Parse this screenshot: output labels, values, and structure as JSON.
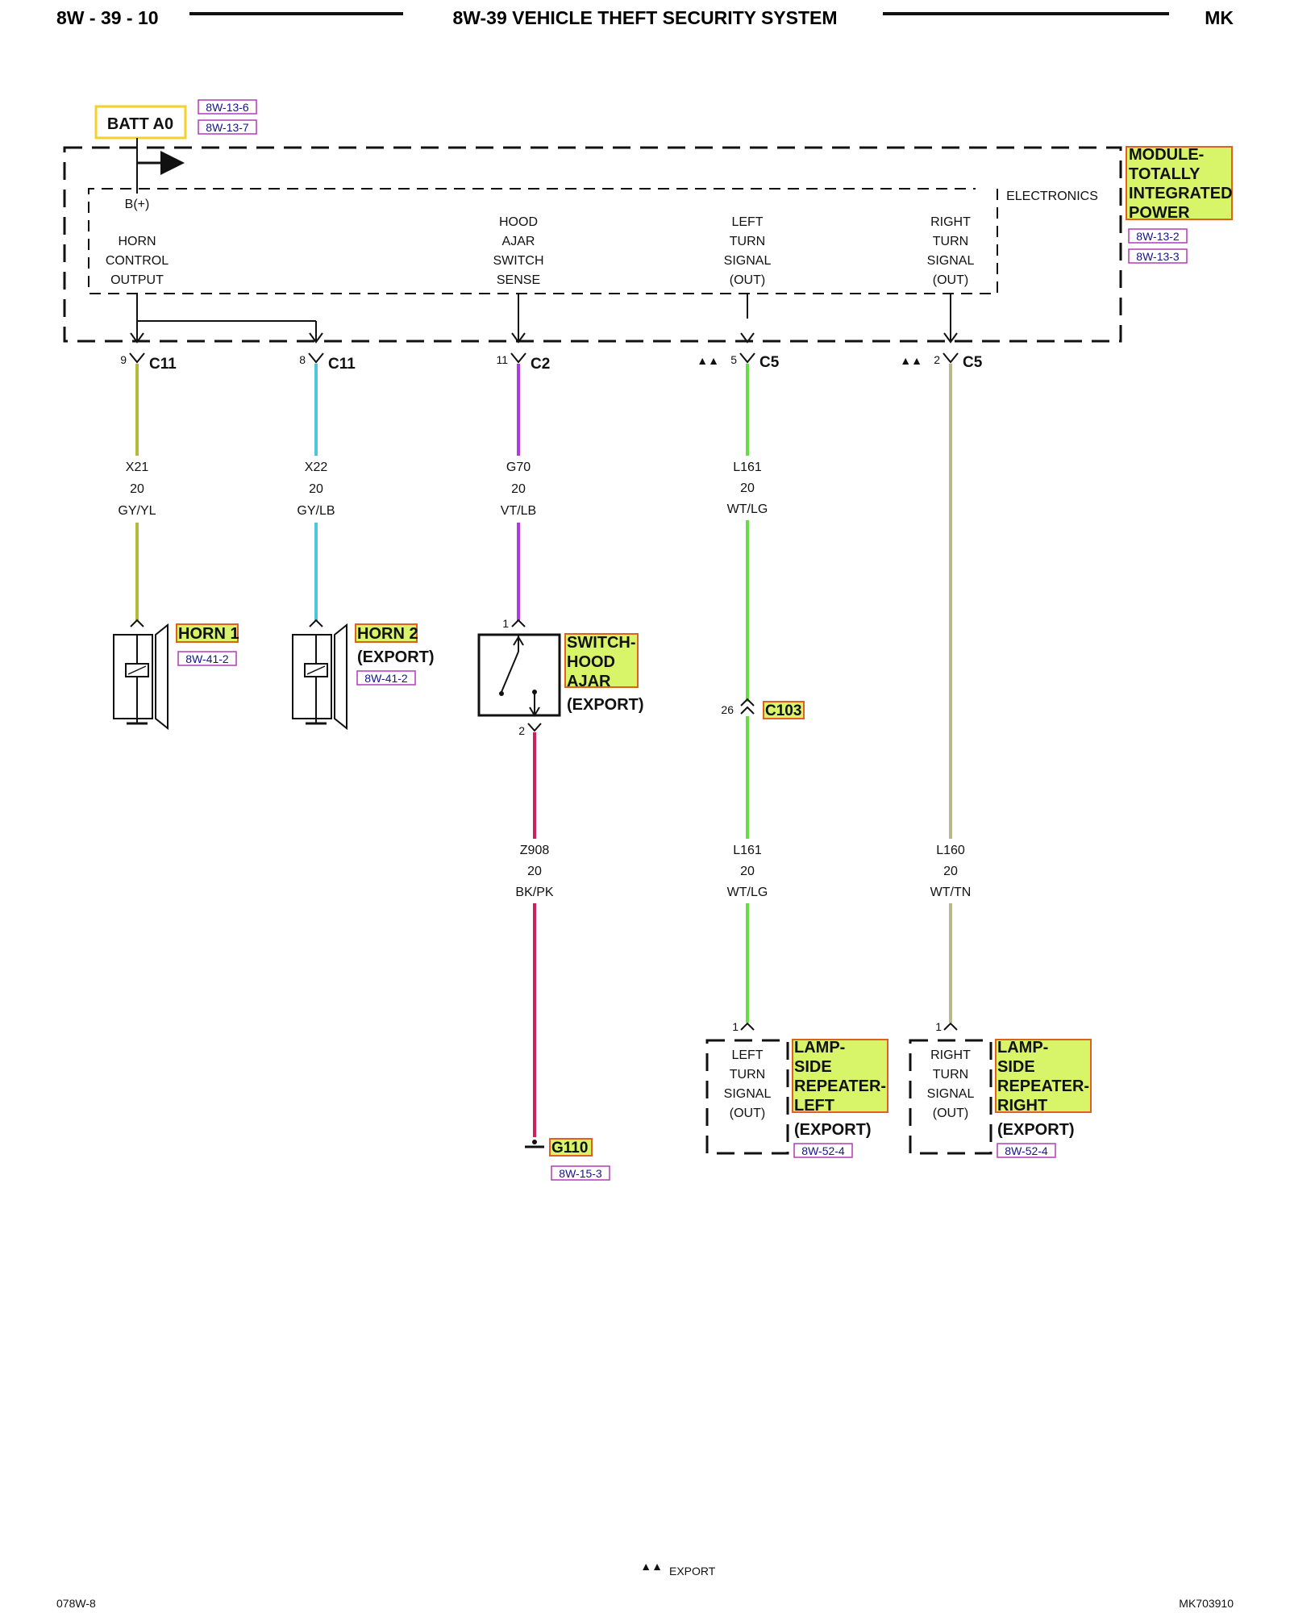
{
  "header": {
    "page_code": "8W - 39 - 10",
    "title": "8W-39 VEHICLE THEFT SECURITY SYSTEM",
    "model": "MK"
  },
  "batt": {
    "label": "BATT A0",
    "refs": [
      "8W-13-6",
      "8W-13-7"
    ]
  },
  "module": {
    "name_lines": [
      "MODULE-",
      "TOTALLY",
      "INTEGRATED",
      "POWER"
    ],
    "refs": [
      "8W-13-2",
      "8W-13-3"
    ],
    "section_label": "ELECTRONICS",
    "bplus": "B(+)",
    "pins": {
      "horn": [
        "HORN",
        "CONTROL",
        "OUTPUT"
      ],
      "hood": [
        "HOOD",
        "AJAR",
        "SWITCH",
        "SENSE"
      ],
      "left_turn": [
        "LEFT",
        "TURN",
        "SIGNAL",
        "(OUT)"
      ],
      "right_turn": [
        "RIGHT",
        "TURN",
        "SIGNAL",
        "(OUT)"
      ]
    }
  },
  "connectors": {
    "c1": {
      "pin": "9",
      "name": "C11"
    },
    "c2": {
      "pin": "8",
      "name": "C11"
    },
    "c3": {
      "pin": "11",
      "name": "C2"
    },
    "c4": {
      "pin": "5",
      "name": "C5",
      "mark": "▲▲"
    },
    "c5": {
      "pin": "2",
      "name": "C5",
      "mark": "▲▲"
    }
  },
  "wires": {
    "w1": [
      "X21",
      "20",
      "GY/YL"
    ],
    "w2": [
      "X22",
      "20",
      "GY/LB"
    ],
    "w3": [
      "G70",
      "20",
      "VT/LB"
    ],
    "w4": [
      "L161",
      "20",
      "WT/LG"
    ],
    "w5": [
      "Z908",
      "20",
      "BK/PK"
    ],
    "w6": [
      "L161",
      "20",
      "WT/LG"
    ],
    "w7": [
      "L160",
      "20",
      "WT/TN"
    ]
  },
  "horn1": {
    "name": "HORN 1",
    "ref": "8W-41-2"
  },
  "horn2": {
    "name": "HORN 2",
    "note": "(EXPORT)",
    "ref": "8W-41-2"
  },
  "switch": {
    "name_lines": [
      "SWITCH-",
      "HOOD",
      "AJAR"
    ],
    "note": "(EXPORT)",
    "pin_top": "1",
    "pin_bottom": "2"
  },
  "c103": {
    "pin": "26",
    "name": "C103"
  },
  "ground": {
    "name": "G110",
    "ref": "8W-15-3"
  },
  "lamp_left": {
    "pin": "1",
    "inner": [
      "LEFT",
      "TURN",
      "SIGNAL",
      "(OUT)"
    ],
    "name_lines": [
      "LAMP-",
      "SIDE",
      "REPEATER-",
      "LEFT"
    ],
    "note": "(EXPORT)",
    "ref": "8W-52-4"
  },
  "lamp_right": {
    "pin": "1",
    "inner": [
      "RIGHT",
      "TURN",
      "SIGNAL",
      "(OUT)"
    ],
    "name_lines": [
      "LAMP-",
      "SIDE",
      "REPEATER-",
      "RIGHT"
    ],
    "note": "(EXPORT)",
    "ref": "8W-52-4"
  },
  "legend": {
    "mark": "▲▲",
    "text": "EXPORT"
  },
  "footer": {
    "left": "078W-8",
    "right": "MK703910"
  },
  "colors": {
    "highlight": "#d8f56a",
    "highlight_border": "#e06020",
    "batt_border": "#f2d22a",
    "ref_border": "#b23bb8",
    "wire_gy_yl": "#b8b83a",
    "wire_gy_lb": "#4fc6d8",
    "wire_vt_lb": "#b03ae0",
    "wire_wt_lg": "#66dd44",
    "wire_wt_tn": "#b8b890",
    "wire_bk_pk": "#d0205a"
  }
}
